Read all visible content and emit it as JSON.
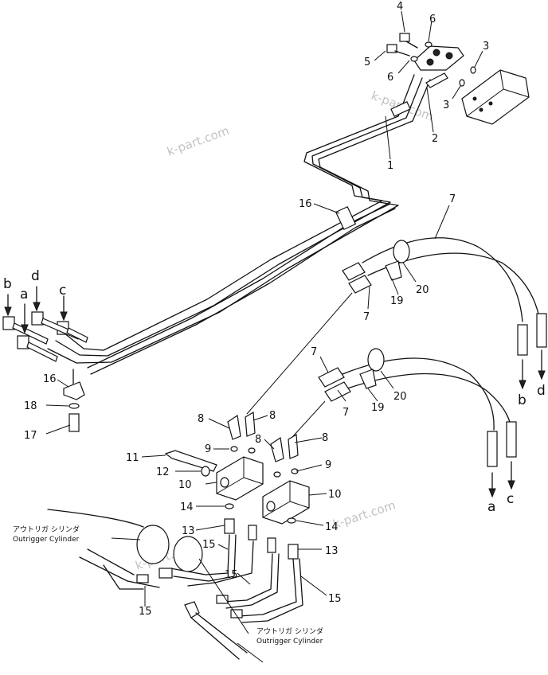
{
  "watermark": "k-part.com",
  "callouts": {
    "n1": "1",
    "n2": "2",
    "n3a": "3",
    "n3b": "3",
    "n4": "4",
    "n5": "5",
    "n6a": "6",
    "n6b": "6",
    "n7a": "7",
    "n7b": "7",
    "n7c": "7",
    "n7d": "7",
    "n8a": "8",
    "n8b": "8",
    "n8c": "8",
    "n8d": "8",
    "n9a": "9",
    "n9b": "9",
    "n10a": "10",
    "n10b": "10",
    "n11": "11",
    "n12": "12",
    "n13a": "13",
    "n13b": "13",
    "n14a": "14",
    "n14b": "14",
    "n15a": "15",
    "n15b": "15",
    "n15c": "15",
    "n15d": "15",
    "n16a": "16",
    "n16b": "16",
    "n17": "17",
    "n18": "18",
    "n19a": "19",
    "n19b": "19",
    "n20a": "20",
    "n20b": "20"
  },
  "port_labels": {
    "b_left": "b",
    "a_left": "a",
    "d_left": "d",
    "c_left": "c",
    "b_right": "b",
    "d_right": "d",
    "a_right": "a",
    "c_right": "c"
  },
  "captions": {
    "upper_jp": "アウトリガ シリンダ",
    "upper_en": "Outrigger Cylinder",
    "lower_jp": "アウトリガ シリンダ",
    "lower_en": "Outrigger Cylinder"
  }
}
